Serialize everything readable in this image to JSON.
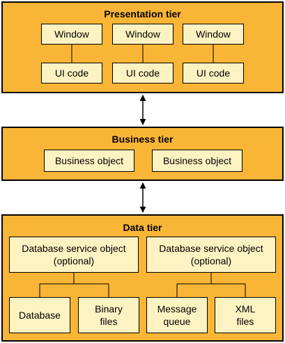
{
  "presentation": {
    "title": "Presentation tier",
    "windows": [
      "Window",
      "Window",
      "Window"
    ],
    "ui_codes": [
      "UI code",
      "UI code",
      "UI code"
    ]
  },
  "business": {
    "title": "Business tier",
    "objects": [
      "Business object",
      "Business object"
    ]
  },
  "data": {
    "title": "Data tier",
    "services": [
      "Database service object\n(optional)",
      "Database service object\n(optional)"
    ],
    "stores": [
      "Database",
      "Binary\nfiles",
      "Message\nqueue",
      "XML\nfiles"
    ]
  },
  "colors": {
    "tier_fill": "#f9b536",
    "box_fill": "#fdf3c2"
  }
}
